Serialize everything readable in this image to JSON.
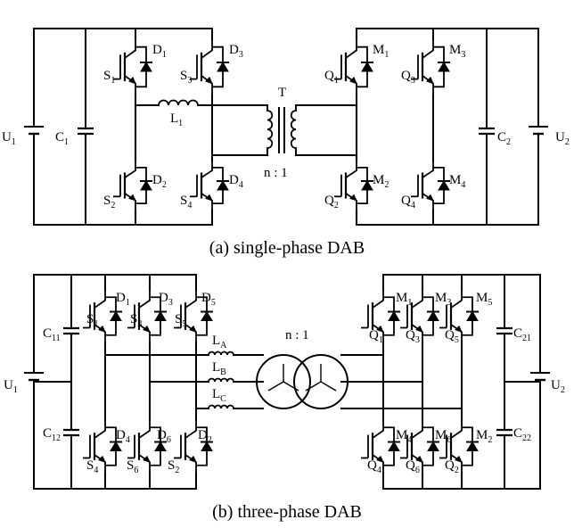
{
  "single_phase": {
    "caption": "(a) single-phase DAB",
    "transformer_label": "T",
    "ratio": "n : 1",
    "sources": [
      {
        "main": "U",
        "sub": "1"
      },
      {
        "main": "U",
        "sub": "2"
      }
    ],
    "capacitors": [
      {
        "main": "C",
        "sub": "1"
      },
      {
        "main": "C",
        "sub": "2"
      }
    ],
    "inductor": {
      "main": "L",
      "sub": "1"
    },
    "switches_left": [
      {
        "main": "S",
        "sub": "1"
      },
      {
        "main": "S",
        "sub": "3"
      },
      {
        "main": "S",
        "sub": "2"
      },
      {
        "main": "S",
        "sub": "4"
      }
    ],
    "diodes_left": [
      {
        "main": "D",
        "sub": "1"
      },
      {
        "main": "D",
        "sub": "3"
      },
      {
        "main": "D",
        "sub": "2"
      },
      {
        "main": "D",
        "sub": "4"
      }
    ],
    "switches_right": [
      {
        "main": "Q",
        "sub": "1"
      },
      {
        "main": "Q",
        "sub": "3"
      },
      {
        "main": "Q",
        "sub": "2"
      },
      {
        "main": "Q",
        "sub": "4"
      }
    ],
    "diodes_right": [
      {
        "main": "M",
        "sub": "1"
      },
      {
        "main": "M",
        "sub": "3"
      },
      {
        "main": "M",
        "sub": "2"
      },
      {
        "main": "M",
        "sub": "4"
      }
    ]
  },
  "three_phase": {
    "caption": "(b) three-phase DAB",
    "ratio": "n : 1",
    "sources": [
      {
        "main": "U",
        "sub": "1"
      },
      {
        "main": "U",
        "sub": "2"
      }
    ],
    "capacitors": [
      {
        "main": "C",
        "sub": "11"
      },
      {
        "main": "C",
        "sub": "12"
      },
      {
        "main": "C",
        "sub": "21"
      },
      {
        "main": "C",
        "sub": "22"
      }
    ],
    "inductors": [
      {
        "main": "L",
        "sub": "A"
      },
      {
        "main": "L",
        "sub": "B"
      },
      {
        "main": "L",
        "sub": "C"
      }
    ],
    "switches_left": [
      {
        "main": "S",
        "sub": "1"
      },
      {
        "main": "S",
        "sub": "3"
      },
      {
        "main": "S",
        "sub": "5"
      },
      {
        "main": "S",
        "sub": "4"
      },
      {
        "main": "S",
        "sub": "6"
      },
      {
        "main": "S",
        "sub": "2"
      }
    ],
    "diodes_left": [
      {
        "main": "D",
        "sub": "1"
      },
      {
        "main": "D",
        "sub": "3"
      },
      {
        "main": "D",
        "sub": "5"
      },
      {
        "main": "D",
        "sub": "4"
      },
      {
        "main": "D",
        "sub": "6"
      },
      {
        "main": "D",
        "sub": "2"
      }
    ],
    "switches_right": [
      {
        "main": "Q",
        "sub": "1"
      },
      {
        "main": "Q",
        "sub": "3"
      },
      {
        "main": "Q",
        "sub": "5"
      },
      {
        "main": "Q",
        "sub": "4"
      },
      {
        "main": "Q",
        "sub": "6"
      },
      {
        "main": "Q",
        "sub": "2"
      }
    ],
    "diodes_right": [
      {
        "main": "M",
        "sub": "1"
      },
      {
        "main": "M",
        "sub": "3"
      },
      {
        "main": "M",
        "sub": "5"
      },
      {
        "main": "M",
        "sub": "4"
      },
      {
        "main": "M",
        "sub": "6"
      },
      {
        "main": "M",
        "sub": "2"
      }
    ]
  }
}
